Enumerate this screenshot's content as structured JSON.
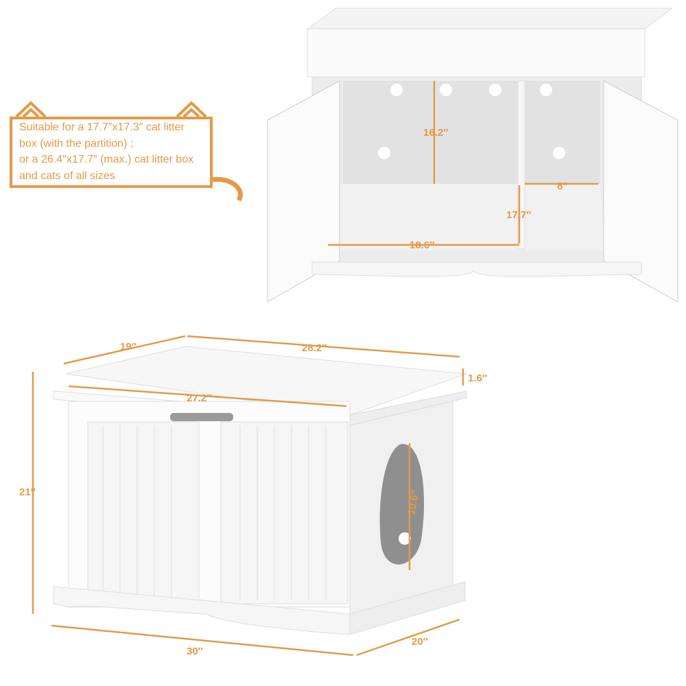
{
  "accent_color": "#e39a47",
  "note": {
    "lines": [
      "Suitable for a 17.7″x17.3″ cat litter",
      "box (with the partition) ;",
      "or a 26.4″x17.7″ (max.) cat litter box",
      "and cats of all sizes"
    ]
  },
  "open_view": {
    "interior_height": "16.2″",
    "right_width": "8″",
    "depth": "17.7″",
    "left_width": "18.6″"
  },
  "closed_view": {
    "top_depth": "19″",
    "top_width": "28.2″",
    "rim_height": "1.6″",
    "inner_width": "27.2″",
    "height": "21″",
    "entry_height": "10.6″",
    "base_width": "30″",
    "base_depth": "20″"
  }
}
